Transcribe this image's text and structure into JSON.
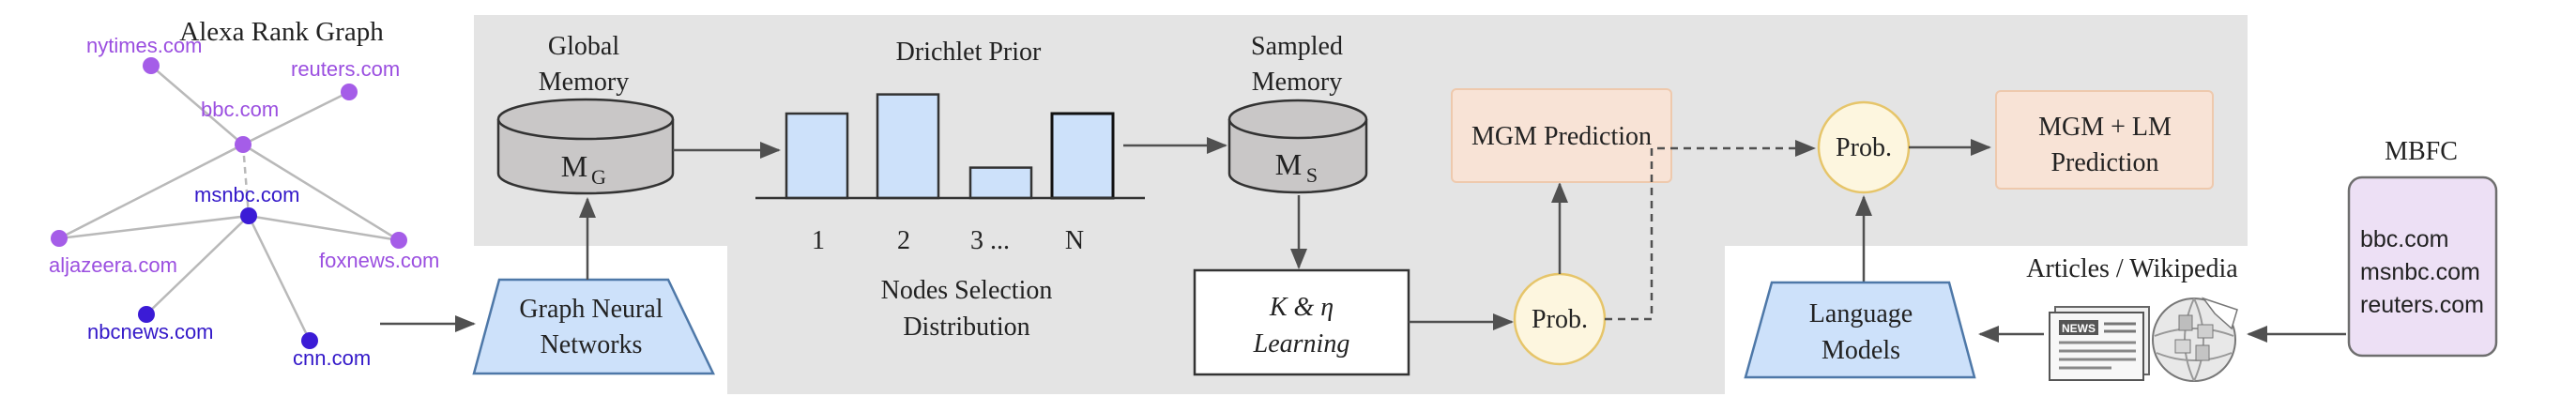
{
  "colors": {
    "panel": "#e4e4e4",
    "node_light": "#a55de8",
    "node_dark": "#3b1bd6",
    "edge": "#b9b9b9",
    "text_light_node": "#9b4fe0",
    "text_dark_node": "#3419c9",
    "blue_fill": "#cde1fa",
    "blue_stroke": "#4e78a8",
    "cyl_fill": "#c9c7c7",
    "orange_fill": "#f8e3d6",
    "orange_stroke": "#eec9ad",
    "prob_fill": "#fdf6df",
    "prob_stroke": "#e6c56a",
    "mbfc_fill": "#ede0f5",
    "mbfc_stroke": "#6e6e6e",
    "arrow": "#505050"
  },
  "graph": {
    "title": "Alexa Rank Graph",
    "nodes": {
      "nytimes": "nytimes.com",
      "reuters": "reuters.com",
      "bbc": "bbc.com",
      "msnbc": "msnbc.com",
      "aljazeera": "aljazeera.com",
      "foxnews": "foxnews.com",
      "nbcnews": "nbcnews.com",
      "cnn": "cnn.com"
    }
  },
  "gnn": {
    "line1": "Graph Neural",
    "line2": "Networks"
  },
  "global_memory": {
    "line1": "Global",
    "line2": "Memory",
    "symbol": "M",
    "subscript": "G"
  },
  "prior": {
    "title": "Drichlet Prior",
    "bar_values": [
      0.75,
      0.92,
      0.27,
      0.75
    ],
    "tick_labels": [
      "1",
      "2",
      "3 ...",
      "N"
    ],
    "caption_line1": "Nodes Selection",
    "caption_line2": "Distribution"
  },
  "sampled_memory": {
    "line1": "Sampled",
    "line2": "Memory",
    "symbol": "M",
    "subscript": "S"
  },
  "k_eta": {
    "line1": "K & η",
    "line2": "Learning"
  },
  "prob1": "Prob.",
  "mgm_prediction": "MGM Prediction",
  "prob2": "Prob.",
  "mgm_lm": {
    "line1": "MGM + LM",
    "line2": "Prediction"
  },
  "lm": {
    "line1": "Language",
    "line2": "Models"
  },
  "articles_label": "Articles / Wikipedia",
  "mbfc": {
    "title": "MBFC",
    "items": [
      "bbc.com",
      "msnbc.com",
      "reuters.com"
    ]
  },
  "icons": {
    "newspaper": "newspaper-icon",
    "wikipedia": "wikipedia-globe-icon"
  }
}
